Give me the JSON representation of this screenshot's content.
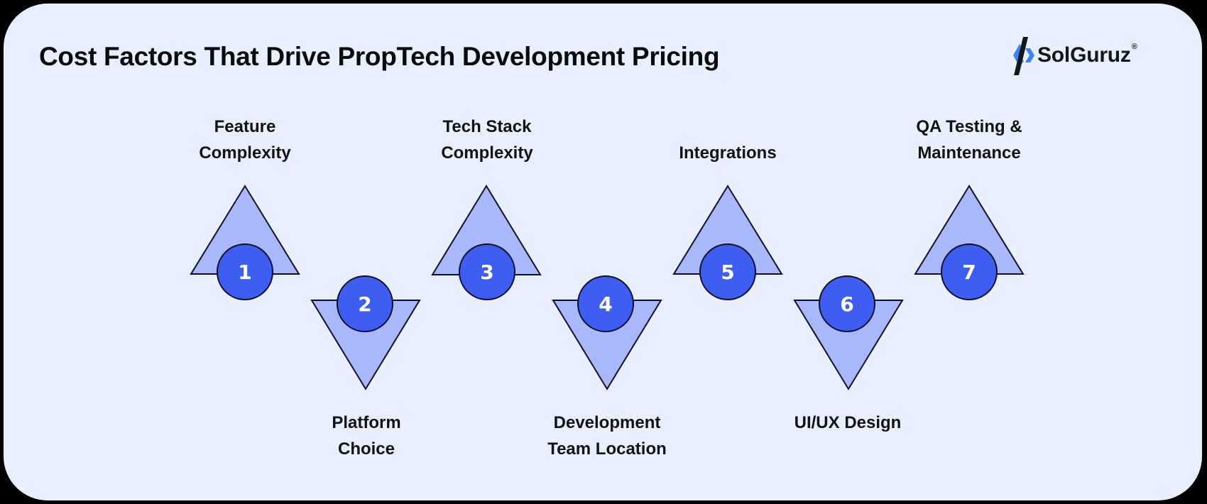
{
  "header": {
    "title": "Cost Factors That Drive PropTech Development Pricing"
  },
  "brand": {
    "name": "SolGuruz",
    "registered_mark": "®",
    "icon": "solguruz-logo-icon",
    "colors": {
      "blue": "#3f83f8",
      "dark": "#15161a"
    }
  },
  "colors": {
    "background": "#e8effd",
    "outer": "#000000",
    "triangle_fill": "#a9b8fb",
    "circle_fill": "#3d5ef0",
    "stroke": "#0d0f2a",
    "text": "#111216"
  },
  "factors": [
    {
      "number": "1",
      "line1": "Feature",
      "line2": "Complexity",
      "direction": "up"
    },
    {
      "number": "2",
      "line1": "Platform",
      "line2": "Choice",
      "direction": "down"
    },
    {
      "number": "3",
      "line1": "Tech Stack",
      "line2": "Complexity",
      "direction": "up"
    },
    {
      "number": "4",
      "line1": "Development",
      "line2": "Team Location",
      "direction": "down"
    },
    {
      "number": "5",
      "line1": "",
      "line2": "Integrations",
      "direction": "up"
    },
    {
      "number": "6",
      "line1": "UI/UX Design",
      "line2": "",
      "direction": "down"
    },
    {
      "number": "7",
      "line1": "QA Testing &",
      "line2": "Maintenance",
      "direction": "up"
    }
  ]
}
